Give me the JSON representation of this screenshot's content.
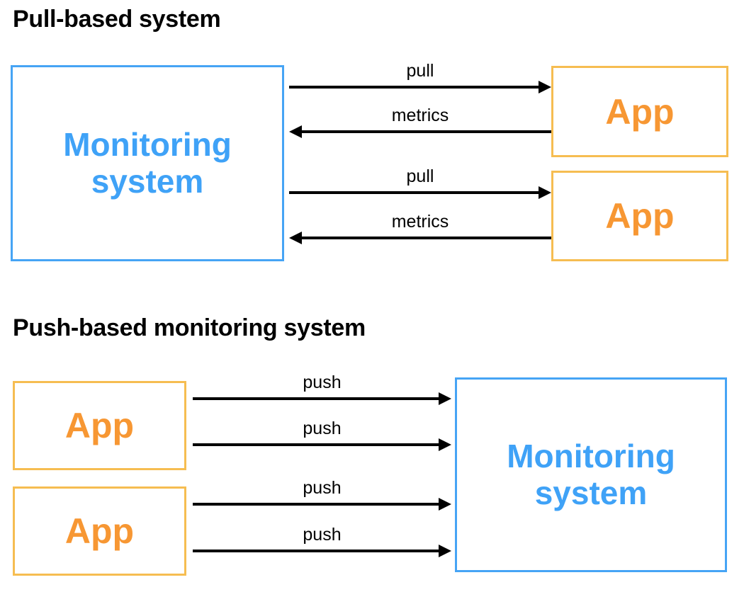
{
  "diagram": {
    "sections": [
      {
        "id": "pull",
        "title": "Pull-based system",
        "nodes": {
          "monitoring": "Monitoring\nsystem",
          "app_1": "App",
          "app_2": "App"
        },
        "edges": [
          {
            "label": "pull",
            "direction": "right",
            "from": "monitoring",
            "to": "app_1"
          },
          {
            "label": "metrics",
            "direction": "left",
            "from": "app_1",
            "to": "monitoring"
          },
          {
            "label": "pull",
            "direction": "right",
            "from": "monitoring",
            "to": "app_2"
          },
          {
            "label": "metrics",
            "direction": "left",
            "from": "app_2",
            "to": "monitoring"
          }
        ]
      },
      {
        "id": "push",
        "title": "Push-based monitoring system",
        "nodes": {
          "app_1": "App",
          "app_2": "App",
          "monitoring": "Monitoring\nsystem"
        },
        "edges": [
          {
            "label": "push",
            "direction": "right",
            "from": "app_1",
            "to": "monitoring"
          },
          {
            "label": "push",
            "direction": "right",
            "from": "app_1",
            "to": "monitoring"
          },
          {
            "label": "push",
            "direction": "right",
            "from": "app_2",
            "to": "monitoring"
          },
          {
            "label": "push",
            "direction": "right",
            "from": "app_2",
            "to": "monitoring"
          }
        ]
      }
    ],
    "colors": {
      "monitoring_border": "#46a4f5",
      "monitoring_text": "#3fa2f7",
      "app_border": "#f6bd51",
      "app_text": "#f79733",
      "arrow": "#000000",
      "title_text": "#000000",
      "background": "#ffffff"
    }
  }
}
